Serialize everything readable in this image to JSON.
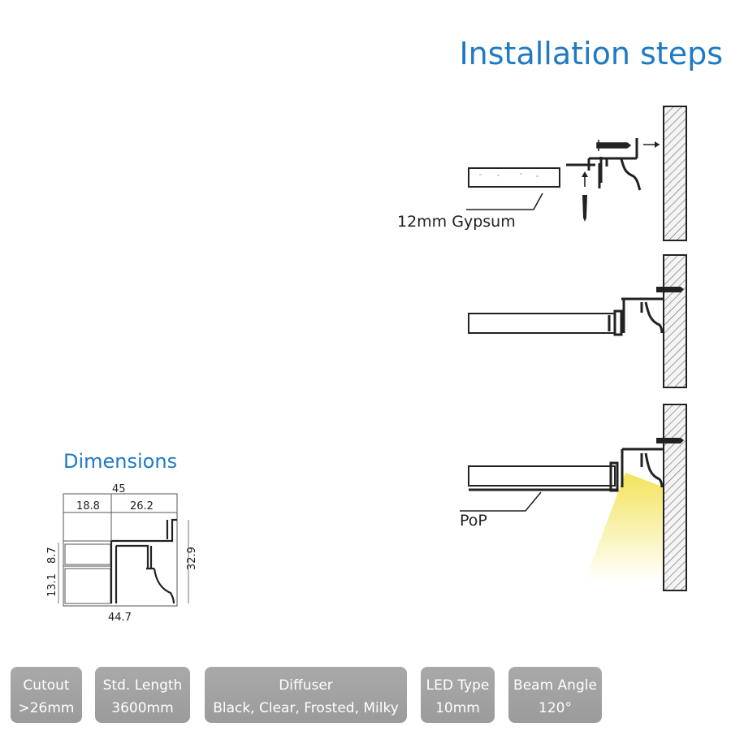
{
  "title": "Installation steps",
  "labels": {
    "gypsum": "12mm Gypsum",
    "pop": "PoP"
  },
  "dimensions": {
    "title": "Dimensions",
    "overall_width": "45",
    "left_width": "18.8",
    "right_width": "26.2",
    "upper_height": "8.7",
    "lower_height": "13.1",
    "total_height": "32.9",
    "bottom_width": "44.7"
  },
  "specs": [
    {
      "name": "Cutout",
      "value": ">26mm"
    },
    {
      "name": "Std. Length",
      "value": "3600mm"
    },
    {
      "name": "Diffuser",
      "value": "Black, Clear, Frosted, Milky"
    },
    {
      "name": "LED Type",
      "value": "10mm"
    },
    {
      "name": "Beam Angle",
      "value": "120°"
    }
  ],
  "colors": {
    "accent": "#1f7ac4",
    "spec_bg": "#a3a3a3",
    "light_beam": "#f3e35a"
  }
}
